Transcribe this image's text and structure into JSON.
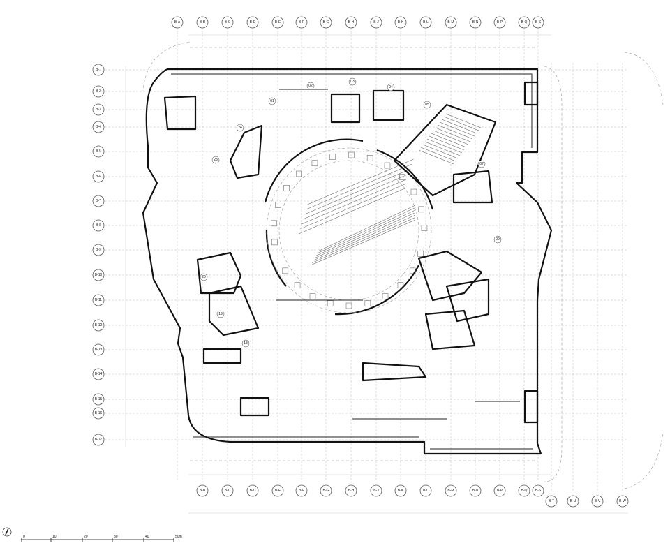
{
  "top_grid_labels": [
    "B-A",
    "B-B",
    "B-C",
    "B-D",
    "B-E",
    "B-F",
    "B-G",
    "B-H",
    "B-J",
    "B-K",
    "B-L",
    "B-M",
    "B-N",
    "B-P",
    "B-Q",
    "B-S"
  ],
  "bottom_grid_labels": [
    "B-B",
    "B-C",
    "B-D",
    "B-E",
    "B-F",
    "B-G",
    "B-H",
    "B-J",
    "B-K",
    "B-L",
    "B-M",
    "B-N",
    "B-P",
    "B-Q",
    "B-S",
    "B-T",
    "B-U",
    "B-V",
    "B-W"
  ],
  "left_grid_labels": [
    "B-1",
    "B-2",
    "B-3",
    "B-4",
    "B-5",
    "B-6",
    "B-7",
    "B-8",
    "B-9",
    "B-10",
    "B-11",
    "B-12",
    "B-13",
    "B-14",
    "B-15",
    "B-16",
    "B-17"
  ],
  "room_numbers": [
    "01",
    "02",
    "03",
    "04",
    "05",
    "07",
    "09",
    "18",
    "19",
    "20",
    "23",
    "24"
  ],
  "scale_bar": {
    "ticks": [
      "0",
      "10",
      "20",
      "30",
      "40",
      "50m"
    ]
  }
}
